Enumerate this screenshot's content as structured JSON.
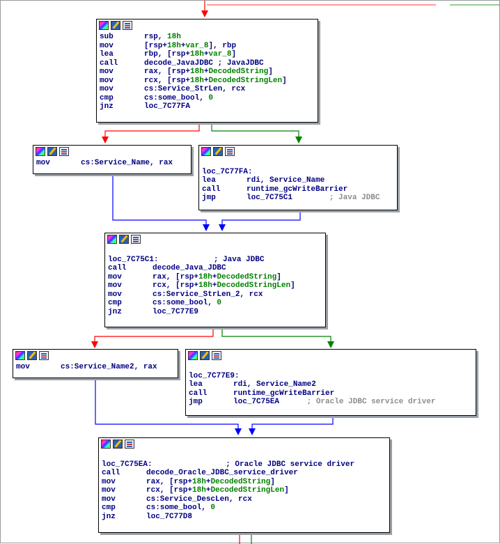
{
  "blocks": [
    {
      "lines": [
        {
          "mn": "sub",
          "ops": [
            {
              "t": "rsp, "
            },
            {
              "t": "18h",
              "c": "n"
            }
          ]
        },
        {
          "mn": "mov",
          "ops": [
            {
              "t": "[rsp+"
            },
            {
              "t": "18h",
              "c": "n"
            },
            {
              "t": "+"
            },
            {
              "t": "var_8",
              "c": "v"
            },
            {
              "t": "], rbp"
            }
          ]
        },
        {
          "mn": "lea",
          "ops": [
            {
              "t": "rbp, [rsp+"
            },
            {
              "t": "18h",
              "c": "n"
            },
            {
              "t": "+"
            },
            {
              "t": "var_8",
              "c": "v"
            },
            {
              "t": "]"
            }
          ]
        },
        {
          "mn": "call",
          "ops": [
            {
              "t": "decode_JavaJDBC ; JavaJDBC"
            }
          ]
        },
        {
          "mn": "mov",
          "ops": [
            {
              "t": "rax, [rsp+"
            },
            {
              "t": "18h",
              "c": "n"
            },
            {
              "t": "+"
            },
            {
              "t": "DecodedString",
              "c": "v"
            },
            {
              "t": "]"
            }
          ]
        },
        {
          "mn": "mov",
          "ops": [
            {
              "t": "rcx, [rsp+"
            },
            {
              "t": "18h",
              "c": "n"
            },
            {
              "t": "+"
            },
            {
              "t": "DecodedStringLen",
              "c": "v"
            },
            {
              "t": "]"
            }
          ]
        },
        {
          "mn": "mov",
          "ops": [
            {
              "t": "cs:Service_StrLen, rcx"
            }
          ]
        },
        {
          "mn": "cmp",
          "ops": [
            {
              "t": "cs:some_bool, "
            },
            {
              "t": "0",
              "c": "n"
            }
          ]
        },
        {
          "mn": "jnz",
          "ops": [
            {
              "t": "loc_7C77FA"
            }
          ]
        }
      ]
    },
    {
      "lines": [
        {
          "mn": "mov",
          "ops": [
            {
              "t": "cs:Service_Name, rax"
            }
          ]
        }
      ]
    },
    {
      "lines": [
        {
          "label": ""
        },
        {
          "label": "loc_7C77FA:"
        },
        {
          "mn": "lea",
          "ops": [
            {
              "t": "rdi, Service_Name"
            }
          ]
        },
        {
          "mn": "call",
          "ops": [
            {
              "t": "runtime_gcWriteBarrier"
            }
          ]
        },
        {
          "mn": "jmp",
          "ops": [
            {
              "t": "loc_7C75C1"
            },
            {
              "t": "        ; Java JDBC",
              "c": "cm"
            }
          ]
        }
      ]
    },
    {
      "lines": [
        {
          "label": ""
        },
        {
          "label": "loc_7C75C1:            ; Java JDBC"
        },
        {
          "mn": "call",
          "ops": [
            {
              "t": "decode_Java_JDBC"
            }
          ]
        },
        {
          "mn": "mov",
          "ops": [
            {
              "t": "rax, [rsp+"
            },
            {
              "t": "18h",
              "c": "n"
            },
            {
              "t": "+"
            },
            {
              "t": "DecodedString",
              "c": "v"
            },
            {
              "t": "]"
            }
          ]
        },
        {
          "mn": "mov",
          "ops": [
            {
              "t": "rcx, [rsp+"
            },
            {
              "t": "18h",
              "c": "n"
            },
            {
              "t": "+"
            },
            {
              "t": "DecodedStringLen",
              "c": "v"
            },
            {
              "t": "]"
            }
          ]
        },
        {
          "mn": "mov",
          "ops": [
            {
              "t": "cs:Service_StrLen_2, rcx"
            }
          ]
        },
        {
          "mn": "cmp",
          "ops": [
            {
              "t": "cs:some_bool, "
            },
            {
              "t": "0",
              "c": "n"
            }
          ]
        },
        {
          "mn": "jnz",
          "ops": [
            {
              "t": "loc_7C77E9"
            }
          ]
        }
      ]
    },
    {
      "lines": [
        {
          "mn": "mov",
          "ops": [
            {
              "t": "cs:Service_Name2, rax"
            }
          ]
        }
      ]
    },
    {
      "lines": [
        {
          "label": ""
        },
        {
          "label": "loc_7C77E9:"
        },
        {
          "mn": "lea",
          "ops": [
            {
              "t": "rdi, Service_Name2"
            }
          ]
        },
        {
          "mn": "call",
          "ops": [
            {
              "t": "runtime_gcWriteBarrier"
            }
          ]
        },
        {
          "mn": "jmp",
          "ops": [
            {
              "t": "loc_7C75EA"
            },
            {
              "t": "      ; Oracle JDBC service driver",
              "c": "cm"
            }
          ]
        }
      ]
    },
    {
      "lines": [
        {
          "label": ""
        },
        {
          "label": "loc_7C75EA:                ; Oracle JDBC service driver"
        },
        {
          "mn": "call",
          "ops": [
            {
              "t": "decode_Oracle_JDBC_service_driver"
            }
          ]
        },
        {
          "mn": "mov",
          "ops": [
            {
              "t": "rax, [rsp+"
            },
            {
              "t": "18h",
              "c": "n"
            },
            {
              "t": "+"
            },
            {
              "t": "DecodedString",
              "c": "v"
            },
            {
              "t": "]"
            }
          ]
        },
        {
          "mn": "mov",
          "ops": [
            {
              "t": "rcx, [rsp+"
            },
            {
              "t": "18h",
              "c": "n"
            },
            {
              "t": "+"
            },
            {
              "t": "DecodedStringLen",
              "c": "v"
            },
            {
              "t": "]"
            }
          ]
        },
        {
          "mn": "mov",
          "ops": [
            {
              "t": "cs:Service_DescLen, rcx"
            }
          ]
        },
        {
          "mn": "cmp",
          "ops": [
            {
              "t": "cs:some_bool, "
            },
            {
              "t": "0",
              "c": "n"
            }
          ]
        },
        {
          "mn": "jnz",
          "ops": [
            {
              "t": "loc_7C77D8"
            }
          ]
        }
      ]
    }
  ],
  "icons": [
    "graph-overview-icon",
    "edit-icon",
    "xrefs-icon"
  ],
  "colors": {
    "taken": "#ff0000",
    "not_taken": "#008000",
    "unconditional": "#0000ff",
    "mnemonic": "#000080",
    "operand_var": "#008000",
    "comment": "#8c8c8c"
  }
}
